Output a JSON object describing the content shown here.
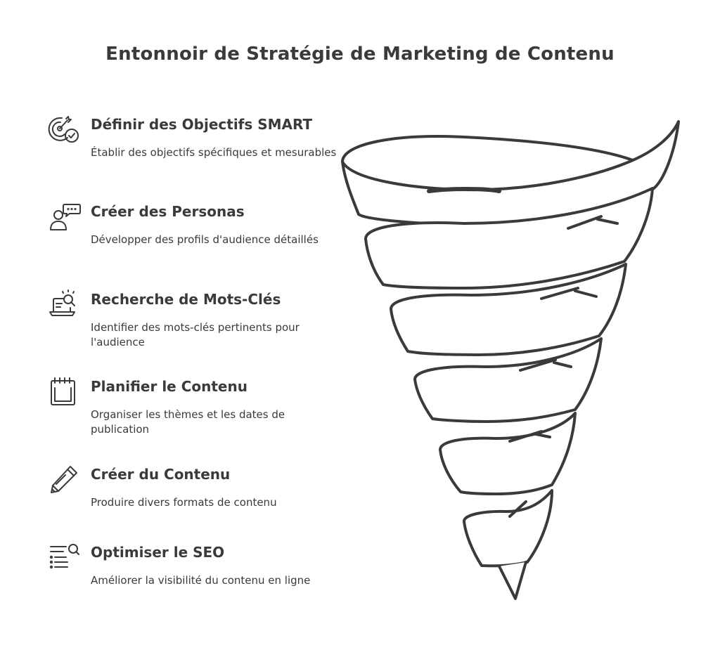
{
  "title": "Entonnoir de Stratégie de Marketing de Contenu",
  "steps": [
    {
      "icon": "target-check-icon",
      "title": "Définir des Objectifs SMART",
      "description": "Établir des objectifs spécifiques et mesurables"
    },
    {
      "icon": "persona-chat-icon",
      "title": "Créer des Personas",
      "description": "Développer des profils d'audience détaillés"
    },
    {
      "icon": "keyword-search-icon",
      "title": "Recherche de Mots-Clés",
      "description": "Identifier des mots-clés pertinents pour l'audience"
    },
    {
      "icon": "calendar-icon",
      "title": "Planifier le Contenu",
      "description": "Organiser les thèmes et les dates de publication"
    },
    {
      "icon": "pencil-icon",
      "title": "Créer du Contenu",
      "description": "Produire divers formats de contenu"
    },
    {
      "icon": "seo-list-search-icon",
      "title": "Optimiser le SEO",
      "description": "Améliorer la visibilité du contenu en ligne"
    }
  ],
  "colors": {
    "stroke": "#3a3a3a",
    "background": "#ffffff"
  }
}
